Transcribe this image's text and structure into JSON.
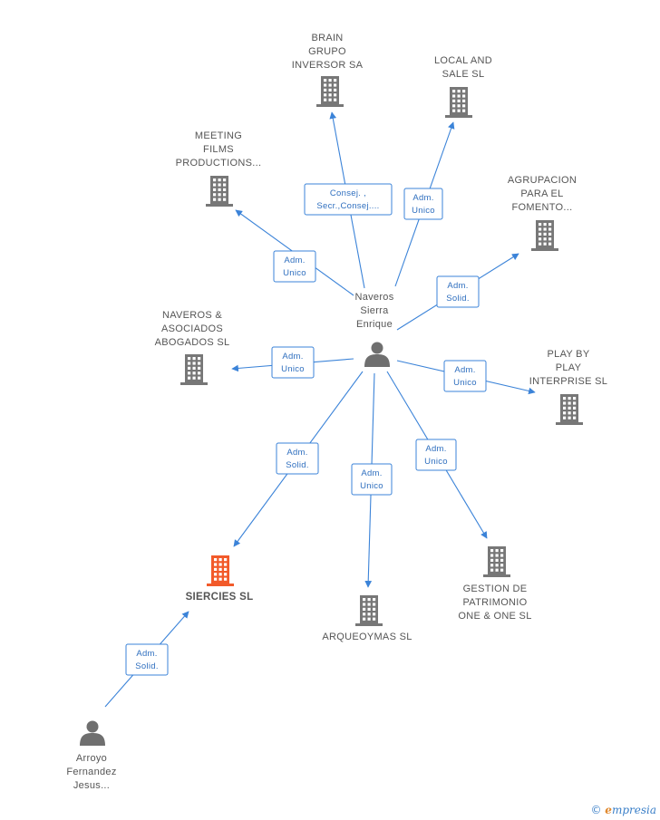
{
  "colors": {
    "edge": "#3b83d8",
    "building": "#777777",
    "building_highlight": "#f25a2a",
    "person": "#6f6f6f",
    "label": "#555555"
  },
  "nodes": [
    {
      "id": "naveros",
      "type": "person",
      "lines": [
        "Naveros",
        "Sierra",
        "Enrique"
      ],
      "icon": "person-icon"
    },
    {
      "id": "brain",
      "type": "company",
      "lines": [
        "BRAIN",
        "GRUPO",
        "INVERSOR SA"
      ],
      "icon": "building-icon"
    },
    {
      "id": "local",
      "type": "company",
      "lines": [
        "LOCAL AND",
        "SALE SL"
      ],
      "icon": "building-icon"
    },
    {
      "id": "meeting",
      "type": "company",
      "lines": [
        "MEETING",
        "FILMS",
        "PRODUCTIONS..."
      ],
      "icon": "building-icon"
    },
    {
      "id": "agrupacion",
      "type": "company",
      "lines": [
        "AGRUPACION",
        "PARA EL",
        "FOMENTO..."
      ],
      "icon": "building-icon"
    },
    {
      "id": "naveros_asoc",
      "type": "company",
      "lines": [
        "NAVEROS &",
        "ASOCIADOS",
        "ABOGADOS  SL"
      ],
      "icon": "building-icon"
    },
    {
      "id": "playby",
      "type": "company",
      "lines": [
        "PLAY BY",
        "PLAY",
        "INTERPRISE SL"
      ],
      "icon": "building-icon"
    },
    {
      "id": "siercies",
      "type": "company",
      "highlight": true,
      "lines": [
        "SIERCIES  SL"
      ],
      "icon": "building-icon"
    },
    {
      "id": "arqueoymas",
      "type": "company",
      "lines": [
        "ARQUEOYMAS SL"
      ],
      "icon": "building-icon"
    },
    {
      "id": "gestion",
      "type": "company",
      "lines": [
        "GESTION DE",
        "PATRIMONIO",
        "ONE & ONE SL"
      ],
      "icon": "building-icon"
    },
    {
      "id": "arroyo",
      "type": "person",
      "lines": [
        "Arroyo",
        "Fernandez",
        "Jesus..."
      ],
      "icon": "person-icon"
    }
  ],
  "edges": [
    {
      "from": "naveros",
      "to": "brain",
      "lines": [
        "Consej. ,",
        "Secr.,Consej...."
      ]
    },
    {
      "from": "naveros",
      "to": "local",
      "lines": [
        "Adm.",
        "Unico"
      ]
    },
    {
      "from": "naveros",
      "to": "meeting",
      "lines": [
        "Adm.",
        "Unico"
      ]
    },
    {
      "from": "naveros",
      "to": "agrupacion",
      "lines": [
        "Adm.",
        "Solid."
      ]
    },
    {
      "from": "naveros",
      "to": "naveros_asoc",
      "lines": [
        "Adm.",
        "Unico"
      ]
    },
    {
      "from": "naveros",
      "to": "playby",
      "lines": [
        "Adm.",
        "Unico"
      ]
    },
    {
      "from": "naveros",
      "to": "siercies",
      "lines": [
        "Adm.",
        "Solid."
      ]
    },
    {
      "from": "naveros",
      "to": "arqueoymas",
      "lines": [
        "Adm.",
        "Unico"
      ]
    },
    {
      "from": "naveros",
      "to": "gestion",
      "lines": [
        "Adm.",
        "Unico"
      ]
    },
    {
      "from": "arroyo",
      "to": "siercies",
      "lines": [
        "Adm.",
        "Solid."
      ]
    }
  ],
  "brand": {
    "copyright": "©",
    "initial": "e",
    "rest": "mpresia"
  }
}
